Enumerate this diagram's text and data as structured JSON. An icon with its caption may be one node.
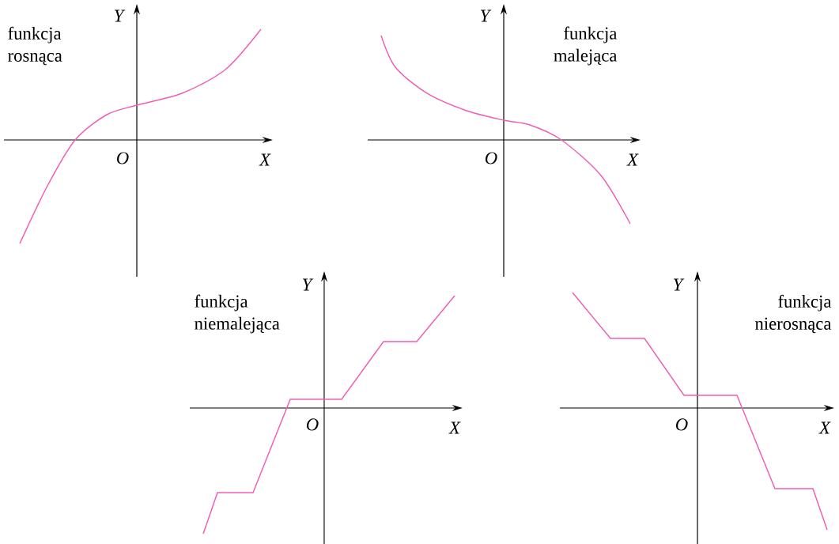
{
  "diagram": {
    "labels": [
      "funkcja rosnąca",
      "Y",
      "O",
      "X",
      "Y",
      "funkcja malejąca",
      "O",
      "X",
      "Y",
      "funkcja niemalejąca",
      "O",
      "X",
      "Y",
      "funkcja nierosnąca",
      "O",
      "X"
    ]
  }
}
